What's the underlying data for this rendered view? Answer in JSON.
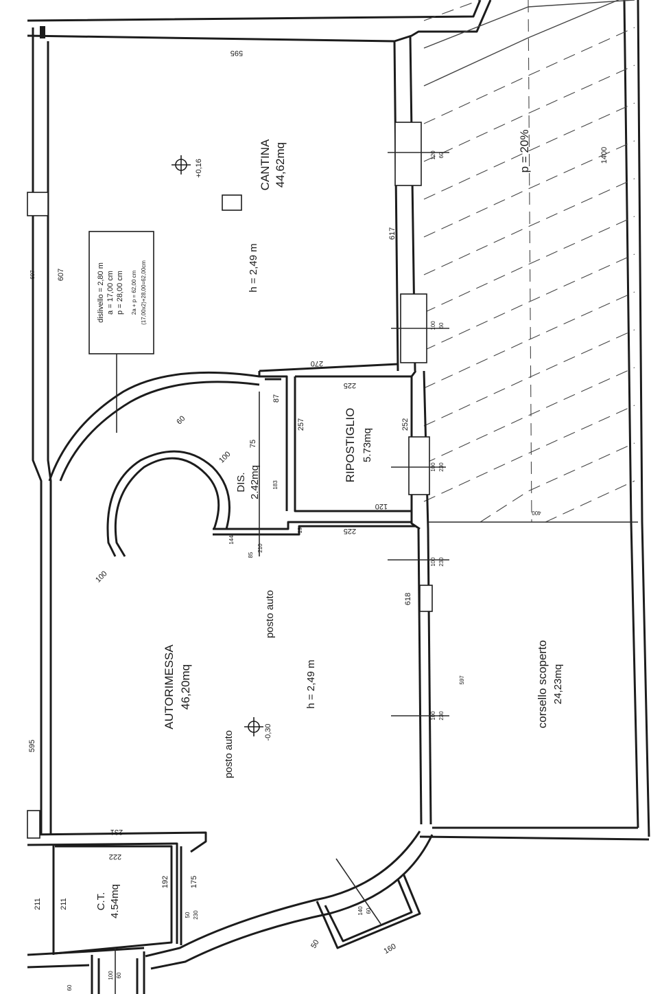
{
  "rooms": {
    "cantina": {
      "name": "CANTINA",
      "area": "44,62mq",
      "height": "h = 2,49 m",
      "level": "+0,16"
    },
    "ripostiglio": {
      "name": "RIPOSTIGLIO",
      "area": "5.73mq"
    },
    "dis": {
      "name": "DIS.",
      "area": "2.42mq"
    },
    "autorimessa": {
      "name": "AUTORIMESSA",
      "area": "46,20mq",
      "height": "h = 2,49 m",
      "level": "-0,30",
      "parking_1": "posto auto",
      "parking_2": "posto auto"
    },
    "ct": {
      "name": "C.T.",
      "area": "4.54mq"
    },
    "corsello": {
      "name": "corsello scoperto",
      "area": "24,23mq"
    }
  },
  "ramp": {
    "slope": "p = 20%"
  },
  "stair_note": {
    "line1": "dislivello = 2,80 m",
    "line2": "a = 17,00 cm",
    "line3": "p = 28,00 cm",
    "line4": "2a + p = 62,00 cm",
    "line5": "(17,00x2)+28,00=62,00cm"
  },
  "dims": {
    "d595a": "595",
    "d595b": "595",
    "d607": "607",
    "d607b": "607",
    "d617": "617",
    "d270": "270",
    "d225a": "225",
    "d225b": "225",
    "d257": "257",
    "d252": "252",
    "d120": "120",
    "d87": "87",
    "d75": "75",
    "d183": "183",
    "d144": "144",
    "d19": "19",
    "d85": "85",
    "d210": "210",
    "d100a": "100",
    "d100b": "100",
    "d60": "60",
    "d618": "618",
    "d597": "597",
    "d1400": "1400",
    "d400": "400",
    "d231": "231",
    "d222": "222",
    "d211a": "211",
    "d211b": "211",
    "d192": "192",
    "d175": "175",
    "d50": "50",
    "d160": "160",
    "w1": "120",
    "w2": "60",
    "w3": "100",
    "w4": "60",
    "w5": "100",
    "w6": "230",
    "w7": "100",
    "w8": "230",
    "w9": "100",
    "w10": "230",
    "w11": "140",
    "w12": "60",
    "w13": "100",
    "w14": "60",
    "w15": "50",
    "w16": "230",
    "edge1": "60"
  }
}
